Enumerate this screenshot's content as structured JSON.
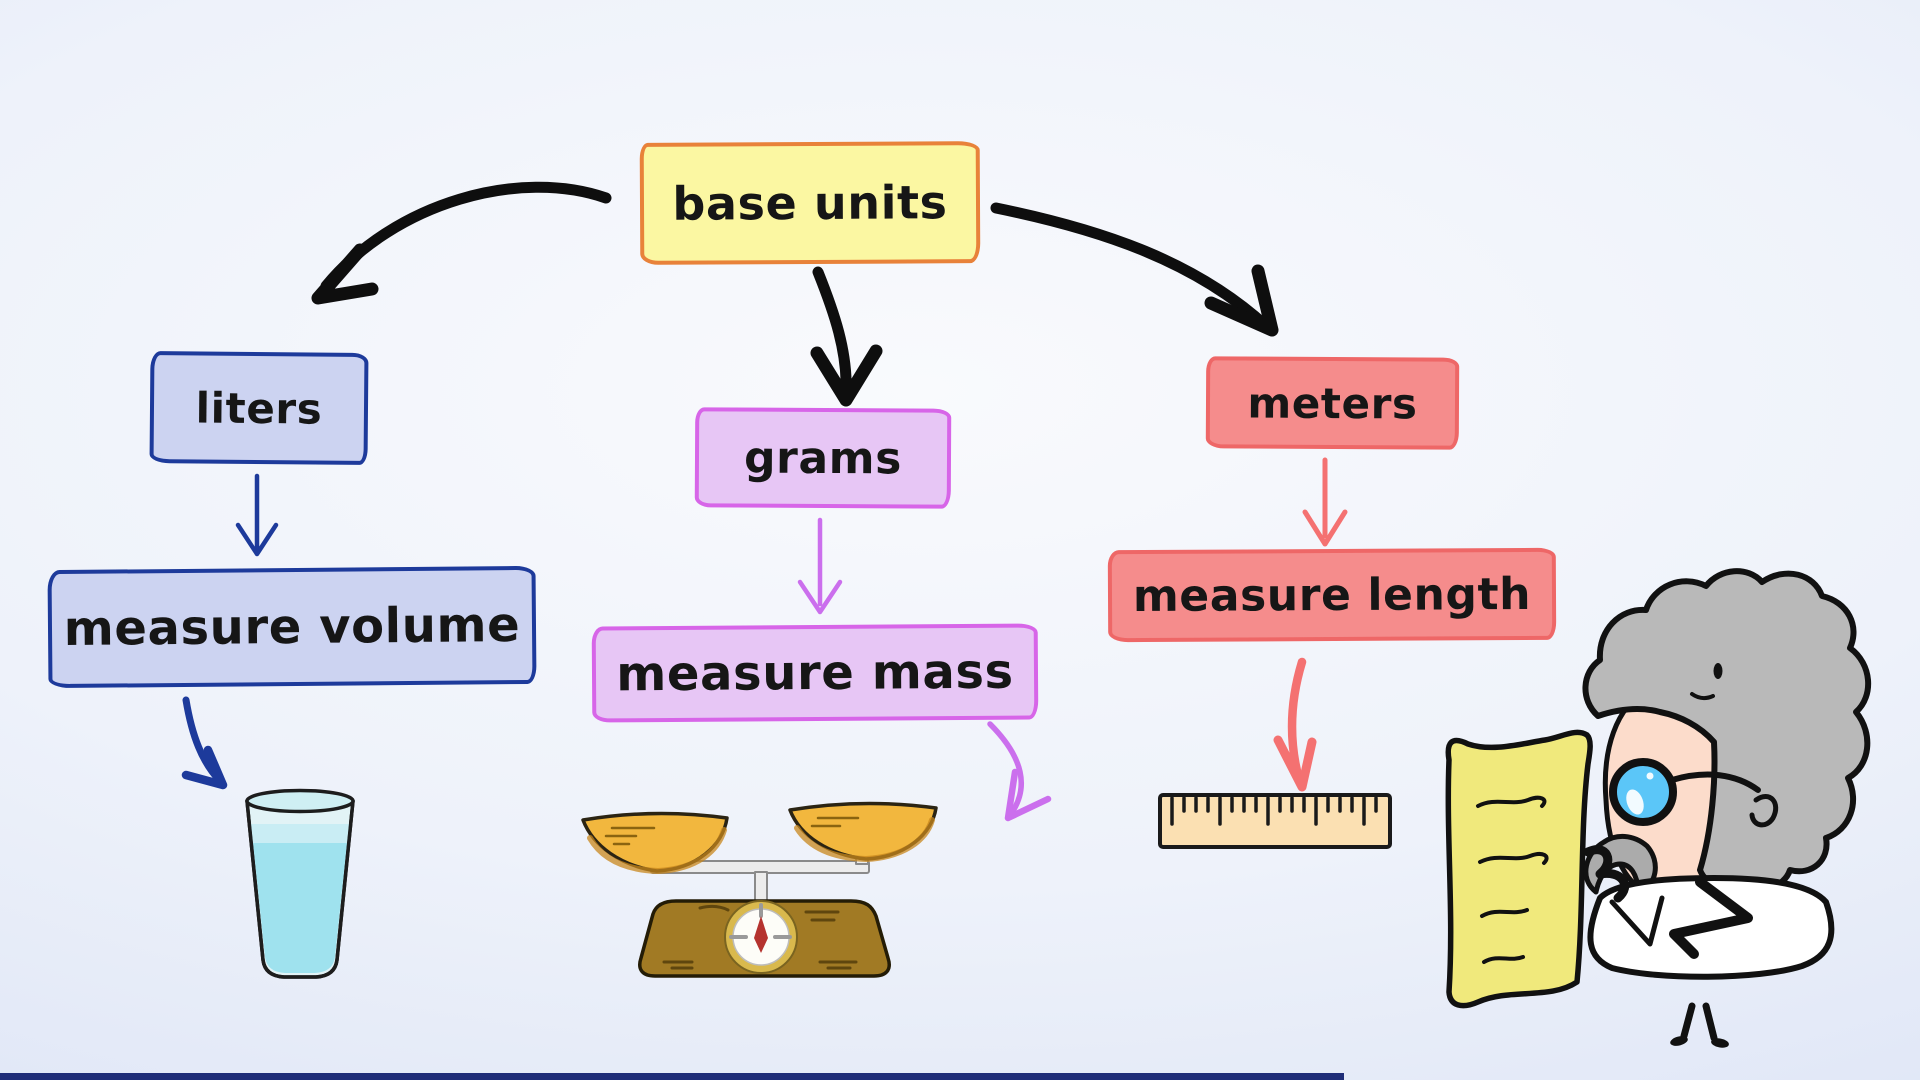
{
  "nodes": {
    "base_units": {
      "label": "base units",
      "fill": "#fbf7a2",
      "border": "#e8823a"
    },
    "liters": {
      "label": "liters",
      "fill": "#ccd3f1",
      "border": "#1d3a9b"
    },
    "measure_volume": {
      "label": "measure volume",
      "fill": "#ccd3f1",
      "border": "#1d3a9b"
    },
    "grams": {
      "label": "grams",
      "fill": "#e7c6f5",
      "border": "#d765e8"
    },
    "measure_mass": {
      "label": "measure mass",
      "fill": "#e7c6f5",
      "border": "#d765e8"
    },
    "meters": {
      "label": "meters",
      "fill": "#f58c8c",
      "border": "#ee6767"
    },
    "measure_length": {
      "label": "measure length",
      "fill": "#f58c8c",
      "border": "#ee6767"
    }
  },
  "arrows": {
    "trunk": "#0e0e0e",
    "volume": "#1d3a9b",
    "mass": "#cb6fed",
    "length": "#f47171"
  },
  "illustrations": {
    "glass_of_water": {
      "glass": "#e2f3f6",
      "rim": "#cfeff3",
      "water": "#9fe2ee",
      "surface": "#c9edf4",
      "outline": "#1d1d1d"
    },
    "balance_scale": {
      "pan": "#f2b73e",
      "pan_shade": "#c8871c",
      "beam_fill": "#ececec",
      "beam_edge": "#8a8a8a",
      "base": "#a17a24",
      "base_dark": "#5f460e",
      "dial_rim": "#d9b94d",
      "dial_face": "#fdfdf8",
      "needle": "#b5332f",
      "tick": "#9a9a9a"
    },
    "ruler": {
      "fill": "#fbe0b2",
      "outline": "#1a1a1a"
    },
    "scientist": {
      "hair": "#b9b9b9",
      "skin": "#fcdccb",
      "coat": "#ffffff",
      "paper": "#f0e97c",
      "monocle": "#5bc6f8",
      "beard": "#ababab",
      "ink": "#111111"
    }
  },
  "video": {
    "progress_color": "#1f2d78",
    "progress_width": "70%"
  }
}
